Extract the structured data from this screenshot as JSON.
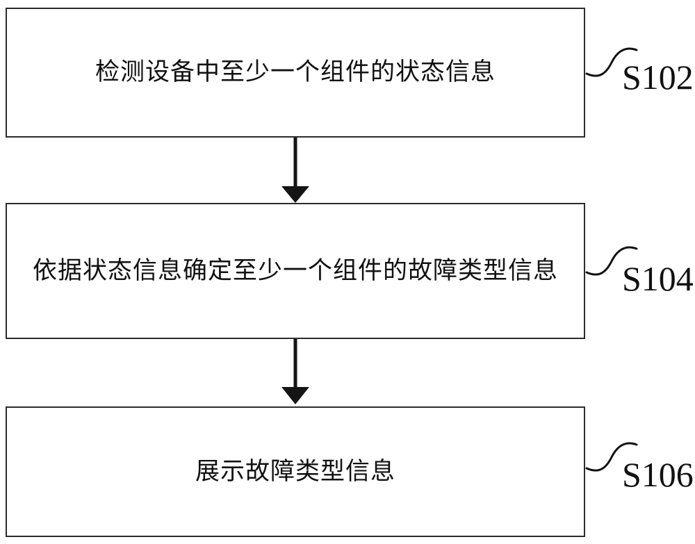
{
  "figure": {
    "type": "flowchart",
    "title": "",
    "background_color": "#ffffff",
    "line_color": "#2b2b2b",
    "text_color": "#111111"
  },
  "steps": [
    {
      "id": "S102",
      "label": "S102",
      "text": "检测设备中至少一个组件的状态信息",
      "lines": [
        "检测设备中至少一个组件的状态信息"
      ]
    },
    {
      "id": "S104",
      "label": "S104",
      "text": "依据状态信息确定至少一个组件的故障类型信息",
      "lines": [
        "依据状态信息确定至少一个组件的故障类型",
        "信息"
      ]
    },
    {
      "id": "S106",
      "label": "S106",
      "text": "展示故障类型信息",
      "lines": [
        "展示故障类型信息"
      ]
    }
  ],
  "connectors": [
    {
      "from": "S102",
      "to": "S104",
      "style": "arrow-down"
    },
    {
      "from": "S104",
      "to": "S106",
      "style": "arrow-down"
    }
  ],
  "leaders": [
    {
      "for": "S102",
      "style": "squiggle"
    },
    {
      "for": "S104",
      "style": "squiggle"
    },
    {
      "for": "S106",
      "style": "squiggle"
    }
  ]
}
